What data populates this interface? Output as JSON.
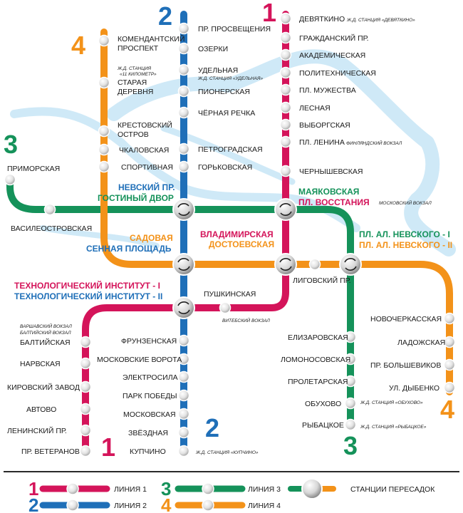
{
  "colors": {
    "line1": "#d4145a",
    "line2": "#1f6fb8",
    "line3": "#15925a",
    "line4": "#f39219",
    "river": "#cfe9f7"
  },
  "line_numbers": {
    "l1": "1",
    "l2": "2",
    "l3": "3",
    "l4": "4"
  },
  "line1": {
    "stations": [
      "ДЕВЯТКИНО",
      "ГРАЖДАНСКИЙ ПР.",
      "АКАДЕМИЧЕСКАЯ",
      "ПОЛИТЕХНИЧЕСКАЯ",
      "ПЛ. МУЖЕСТВА",
      "ЛЕСНАЯ",
      "ВЫБОРГСКАЯ",
      "ПЛ. ЛЕНИНА",
      "ЧЕРНЫШЕВСКАЯ",
      "ПУШКИНСКАЯ",
      "БАЛТИЙСКАЯ",
      "НАРВСКАЯ",
      "КИРОВСКИЙ ЗАВОД",
      "АВТОВО",
      "ЛЕНИНСКИЙ ПР.",
      "ПР. ВЕТЕРАНОВ"
    ],
    "notes": {
      "devyatkino": "Ж.Д. СТАНЦИЯ «ДЕВЯТКИНО»",
      "finland": "ФИНЛЯНДСКИЙ ВОКЗАЛ",
      "vitebsky": "ВИТЕБСКИЙ ВОКЗАЛ",
      "warsaw": "ВАРШАВСКИЙ ВОКЗАЛ",
      "baltic": "БАЛТИЙСКИЙ ВОКЗАЛ"
    }
  },
  "line2": {
    "stations": [
      "ПР. ПРОСВЕЩЕНИЯ",
      "ОЗЕРКИ",
      "УДЕЛЬНАЯ",
      "ПИОНЕРСКАЯ",
      "ЧЁРНАЯ РЕЧКА",
      "ПЕТРОГРАДСКАЯ",
      "ГОРЬКОВСКАЯ",
      "ФРУНЗЕНСКАЯ",
      "МОСКОВСКИЕ ВОРОТА",
      "ЭЛЕКТРОСИЛА",
      "ПАРК ПОБЕДЫ",
      "МОСКОВСКАЯ",
      "ЗВЁЗДНАЯ",
      "КУПЧИНО"
    ],
    "notes": {
      "udelnaya": "Ж.Д. СТАНЦИЯ «УДЕЛЬНАЯ»",
      "kupchino": "Ж.Д. СТАНЦИЯ «КУПЧИНО»"
    }
  },
  "line3": {
    "stations": [
      "ПРИМОРСКАЯ",
      "ВАСИЛЕОСТРОВСКАЯ",
      "ЕЛИЗАРОВСКАЯ",
      "ЛОМОНОСОВСКАЯ",
      "ПРОЛЕТАРСКАЯ",
      "ОБУХОВО",
      "РЫБАЦКОЕ"
    ],
    "notes": {
      "moscow": "МОСКОВСКИЙ ВОКЗАЛ",
      "obukhovo": "Ж.Д. СТАНЦИЯ «ОБУХОВО»",
      "rybatskoe": "Ж.Д. СТАНЦИЯ «РЫБАЦКОЕ»"
    }
  },
  "line4": {
    "stations": [
      "КОМЕНДАНТСКИЙ",
      "ПРОСПЕКТ",
      "СТАРАЯ",
      "ДЕРЕВНЯ",
      "КРЕСТОВСКИЙ",
      "ОСТРОВ",
      "ЧКАЛОВСКАЯ",
      "СПОРТИВНАЯ",
      "ЛИГОВСКИЙ ПР.",
      "НОВОЧЕРКАССКАЯ",
      "ЛАДОЖСКАЯ",
      "ПР. БОЛЬШЕВИКОВ",
      "УЛ. ДЫБЕНКО"
    ],
    "notes": {
      "km11_a": "Ж.Д. СТАНЦИЯ",
      "km11_b": "«11 КИЛОМЕТР»"
    }
  },
  "transfers": {
    "nevsky": "НЕВСКИЙ ПР.",
    "gostiny": "ГОСТИНЫЙ ДВОР",
    "mayak": "МАЯКОВСКАЯ",
    "vosst": "ПЛ. ВОССТАНИЯ",
    "sadovaya": "САДОВАЯ",
    "sennaya": "СЕННАЯ ПЛОЩАДЬ",
    "vladim": "ВЛАДИМИРСКАЯ",
    "dostoev": "ДОСТОЕВСКАЯ",
    "anev3": "ПЛ. АЛ. НЕВСКОГО - I",
    "anev4": "ПЛ. АЛ. НЕВСКОГО - II",
    "tech1": "ТЕХНОЛОГИЧЕСКИЙ ИНСТИТУТ - I",
    "tech2": "ТЕХНОЛОГИЧЕСКИЙ ИНСТИТУТ - II"
  },
  "legend": {
    "l1": "ЛИНИЯ 1",
    "l2": "ЛИНИЯ 2",
    "l3": "ЛИНИЯ 3",
    "l4": "ЛИНИЯ 4",
    "transfer": "СТАНЦИИ ПЕРЕСАДОК"
  }
}
